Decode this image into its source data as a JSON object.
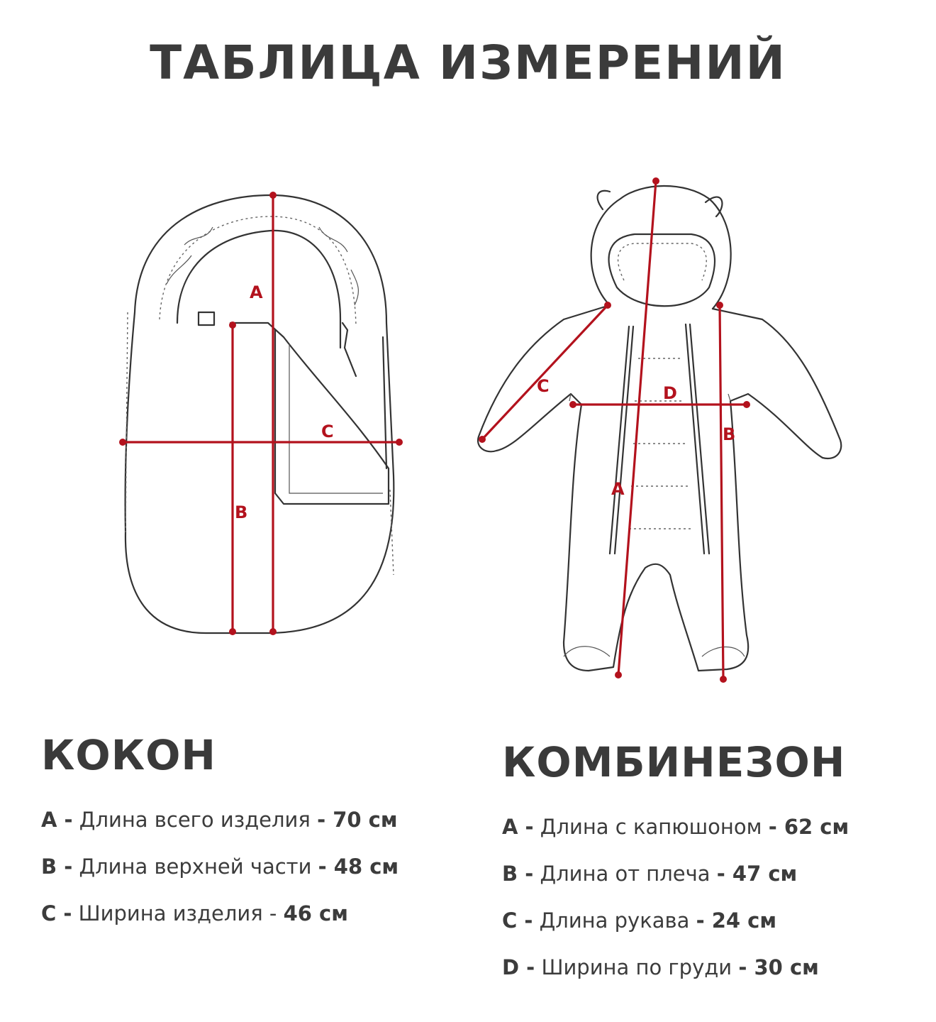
{
  "title": "ТАБЛИЦА ИЗМЕРЕНИЙ",
  "cocoon": {
    "heading": "КОКОН",
    "diagram_labels": [
      "A",
      "B",
      "C"
    ],
    "rows": [
      {
        "key": "A -",
        "label": "Длина всего изделия",
        "value": "- 70 см"
      },
      {
        "key": "B -",
        "label": "Длина верхней части",
        "value": "- 48 см"
      },
      {
        "key": "C -",
        "label": "Ширина изделия -",
        "value": "46 см"
      }
    ]
  },
  "jumpsuit": {
    "heading": "КОМБИНЕЗОН",
    "diagram_labels": [
      "A",
      "B",
      "C",
      "D"
    ],
    "rows": [
      {
        "key": "A -",
        "label": "Длина с капюшоном",
        "value": "- 62 см"
      },
      {
        "key": "B -",
        "label": "Длина от плеча",
        "value": "- 47 см"
      },
      {
        "key": "C -",
        "label": "Длина рукава",
        "value": "- 24 см"
      },
      {
        "key": "D -",
        "label": "Ширина по груди",
        "value": "- 30 см"
      }
    ]
  },
  "colors": {
    "measure": "#b3121d",
    "text": "#3a3a3a"
  }
}
